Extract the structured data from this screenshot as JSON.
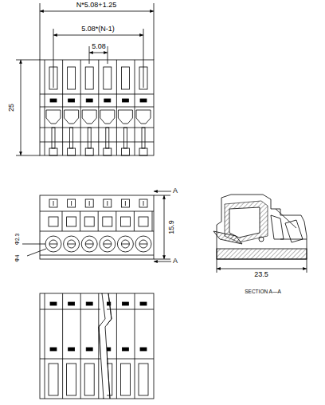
{
  "diagram": {
    "labels": [
      "N*5.08+1.25",
      "5.08*(N-1)",
      "5.08",
      "25",
      "A",
      "15.9",
      "A",
      "Φ2.3",
      "Φ4",
      "23.5",
      "SECTION A—A"
    ]
  }
}
